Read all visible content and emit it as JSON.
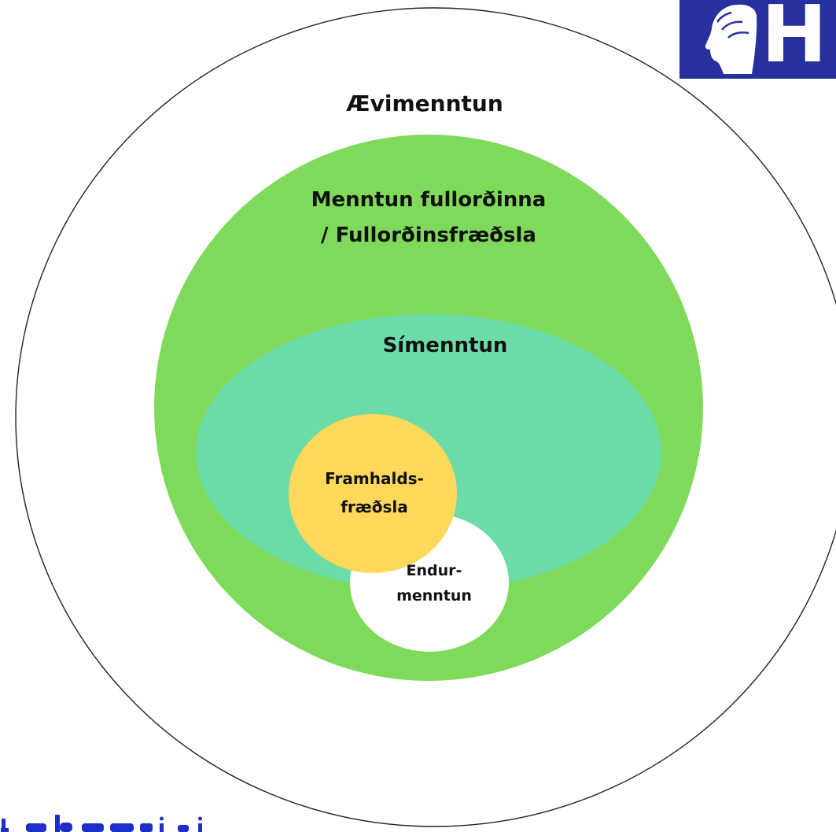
{
  "diagram": {
    "outer": {
      "label": "Ævimenntun"
    },
    "adult": {
      "label_line1": "Menntun fullorðinna",
      "label_line2": "/ Fullorðinsfræðsla"
    },
    "continuing": {
      "label": "Símenntun"
    },
    "further": {
      "label_line1": "Framhalds-",
      "label_line2": "fræðsla"
    },
    "retraining": {
      "label_line1": "Endur-",
      "label_line2": "menntun"
    }
  },
  "logo": {
    "letter": "H",
    "icon": "profile-head-icon"
  },
  "colors": {
    "adult": "#7fd95b",
    "continuing": "#6bdba8",
    "further": "#fdd85a",
    "retraining": "#ffffff",
    "outline": "#222222",
    "logo_bg": "#26309e",
    "bottom_text": "#1c2fc8"
  }
}
